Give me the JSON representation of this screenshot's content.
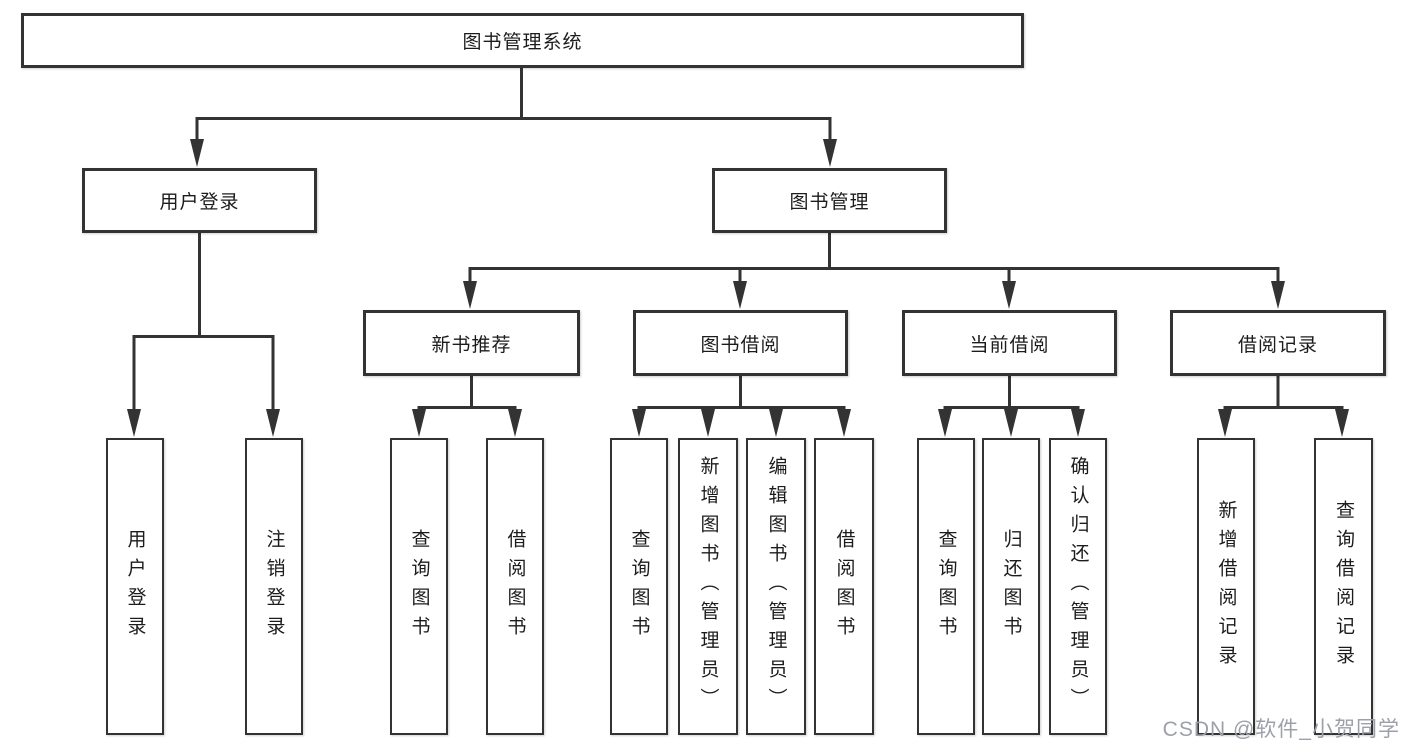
{
  "diagram_title": "图书管理系统",
  "nodes": {
    "root": "图书管理系统",
    "l2": [
      "用户登录",
      "图书管理"
    ],
    "l3": [
      "新书推荐",
      "图书借阅",
      "当前借阅",
      "借阅记录"
    ],
    "g1": [
      "用户登录",
      "注销登录"
    ],
    "g2": [
      "查询图书",
      "借阅图书"
    ],
    "g3": [
      "查询图书",
      "新增图书（管理员）",
      "编辑图书（管理员）",
      "借阅图书"
    ],
    "g4": [
      "查询图书",
      "归还图书",
      "确认归还（管理员）"
    ],
    "g5": [
      "新增借阅记录",
      "查询借阅记录"
    ]
  },
  "watermark": "CSDN @软件_小贺同学",
  "colors": {
    "line": "#333333",
    "text": "#1c1c1c",
    "watermark": "#9da0a9",
    "background": "#ffffff"
  }
}
